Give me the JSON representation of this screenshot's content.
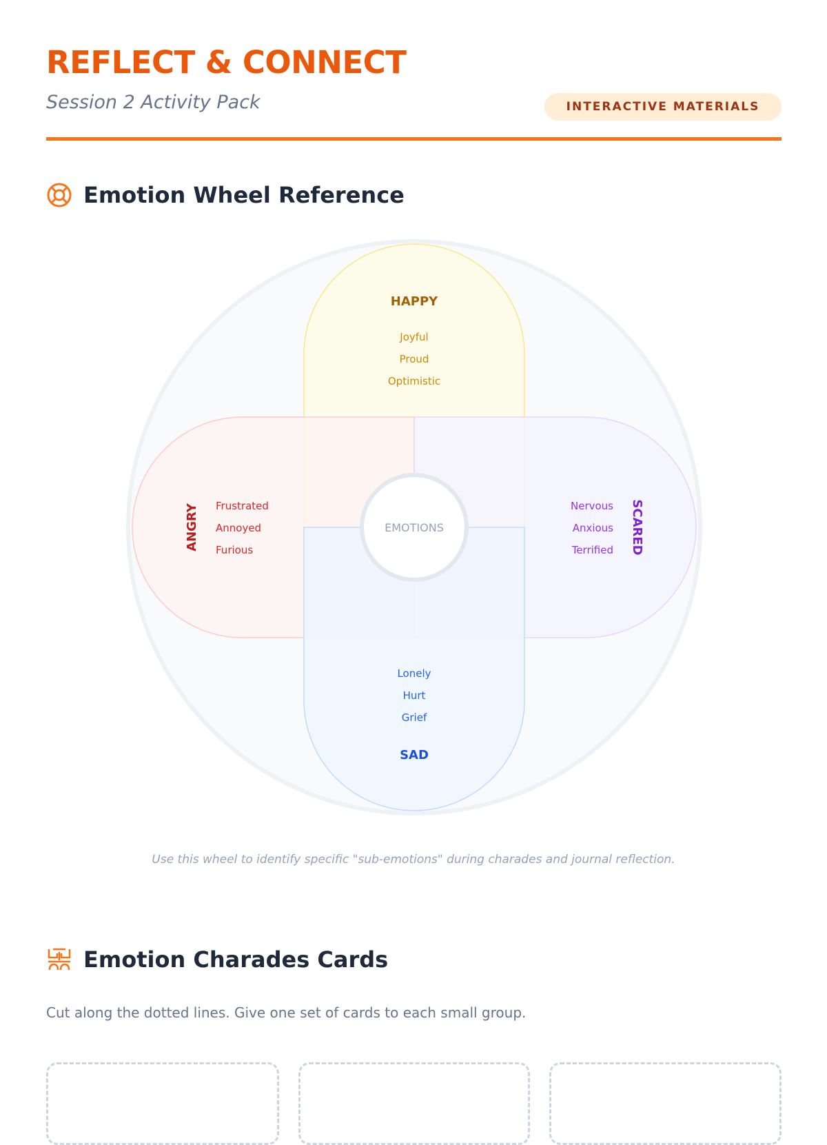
{
  "header": {
    "title": "REFLECT & CONNECT",
    "subtitle": "Session 2 Activity Pack",
    "badge": "INTERACTIVE MATERIALS"
  },
  "wheel_section": {
    "heading": "Emotion Wheel Reference",
    "icon": "life-buoy-icon",
    "center_label": "EMOTIONS",
    "emotions": [
      {
        "name": "HAPPY",
        "sub": [
          "Joyful",
          "Proud",
          "Optimistic"
        ],
        "title_color": "#a16207",
        "sub_color": "#ca8a04",
        "fill": "#fefce8",
        "stroke": "#fde68a"
      },
      {
        "name": "ANGRY",
        "sub": [
          "Frustrated",
          "Annoyed",
          "Furious"
        ],
        "title_color": "#b91c1c",
        "sub_color": "#dc2626",
        "fill": "#fef2f2",
        "stroke": "#fecaca"
      },
      {
        "name": "SCARED",
        "sub": [
          "Nervous",
          "Anxious",
          "Terrified"
        ],
        "title_color": "#7e22ce",
        "sub_color": "#9333ea",
        "fill": "#f5f3ff",
        "stroke": "#e9d5ff"
      },
      {
        "name": "SAD",
        "sub": [
          "Lonely",
          "Hurt",
          "Grief"
        ],
        "title_color": "#1d4ed8",
        "sub_color": "#2563eb",
        "fill": "#eff6ff",
        "stroke": "#bfdbfe"
      }
    ],
    "caption": "Use this wheel to identify specific \"sub-emotions\" during charades and journal reflection."
  },
  "charades_section": {
    "heading": "Emotion Charades Cards",
    "icon": "theater-masks-icon",
    "instructions": "Cut along the dotted lines. Give one set of cards to each small group.",
    "card_count": 3
  },
  "colors": {
    "accent": "#ea580c",
    "heading": "#1e293b",
    "muted": "#64748b"
  }
}
